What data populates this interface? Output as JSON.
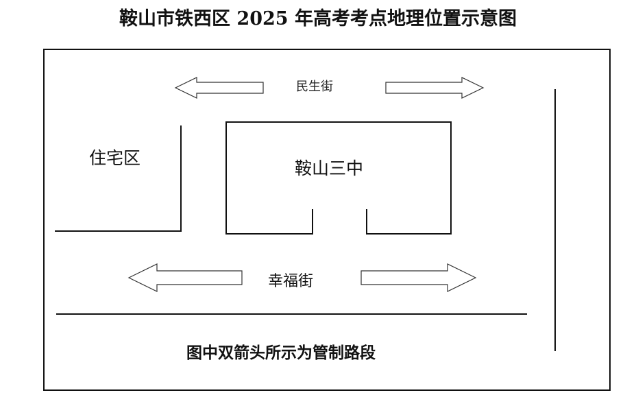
{
  "title": "鞍山市铁西区 2025 年高考考点地理位置示意图",
  "streets": {
    "north": "民生街",
    "south": "幸福街"
  },
  "areas": {
    "residential": "住宅区",
    "school": "鞍山三中"
  },
  "note": "图中双箭头所示为管制路段",
  "colors": {
    "line": "#111111",
    "arrow_stroke": "#333333",
    "background": "#ffffff"
  },
  "icons": {
    "arrow_left": "hollow-left-arrow",
    "arrow_right": "hollow-right-arrow"
  }
}
